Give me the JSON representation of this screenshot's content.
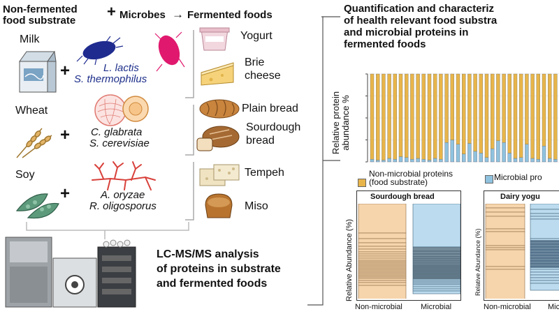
{
  "left": {
    "header_substrate": "Non-fermented\nfood substrate",
    "header_plus": "+",
    "header_microbes": "Microbes",
    "header_arrow": "→",
    "header_fermented": "Fermented foods",
    "substrates": [
      "Milk",
      "Wheat",
      "Soy"
    ],
    "plus": "+",
    "microbes": [
      [
        "L. lactis",
        "S. thermophilus"
      ],
      [
        "C. glabrata",
        "S. cerevisiae"
      ],
      [
        "A. oryzae",
        "R. oligosporus"
      ]
    ],
    "foods": [
      "Yogurt",
      "Brie\ncheese",
      "Plain bread",
      "Sourdough\nbread",
      "Tempeh",
      "Miso"
    ],
    "lcms_text": "LC-MS/MS analysis\nof proteins in substrate\nand fermented foods"
  },
  "right": {
    "title": "Quantification and characteriz\nof health relevant food substra\nand microbial proteins in\nfermented foods",
    "ylabel_top": "Relative protein\nabundance %",
    "legend_nonmicrobial": "Non-microbial proteins\n(food substrate)",
    "legend_microbial": "Microbial pro",
    "panel1_title": "Sourdough bread",
    "panel2_title": "Dairy yogu",
    "panel_ylabel": "Relative Abundance (%)",
    "xlabels": [
      "Non-microbial",
      "Microbial",
      "Non-microbial",
      "Micr"
    ]
  },
  "colors": {
    "nonmicrobial": "#e8b54a",
    "microbial": "#8fc2de",
    "nonmicrobial_light": "#f6d4ac",
    "microbial_light": "#bcdbee"
  },
  "chart_data": {
    "type": "bar",
    "stacked": true,
    "series": [
      {
        "name": "Microbial proteins",
        "values": [
          3,
          2,
          2,
          4,
          3,
          6,
          5,
          3,
          4,
          3,
          2,
          4,
          3,
          22,
          25,
          20,
          9,
          21,
          12,
          10,
          5,
          15,
          24,
          22,
          10,
          4,
          5,
          20,
          4,
          3,
          18,
          4,
          3
        ]
      },
      {
        "name": "Non-microbial proteins (food substrate)",
        "values": [
          97,
          98,
          98,
          96,
          97,
          94,
          95,
          97,
          96,
          97,
          98,
          96,
          97,
          78,
          75,
          80,
          91,
          79,
          88,
          90,
          95,
          85,
          76,
          78,
          90,
          96,
          95,
          80,
          96,
          97,
          82,
          96,
          97
        ]
      }
    ],
    "ylim": [
      0,
      100
    ]
  }
}
